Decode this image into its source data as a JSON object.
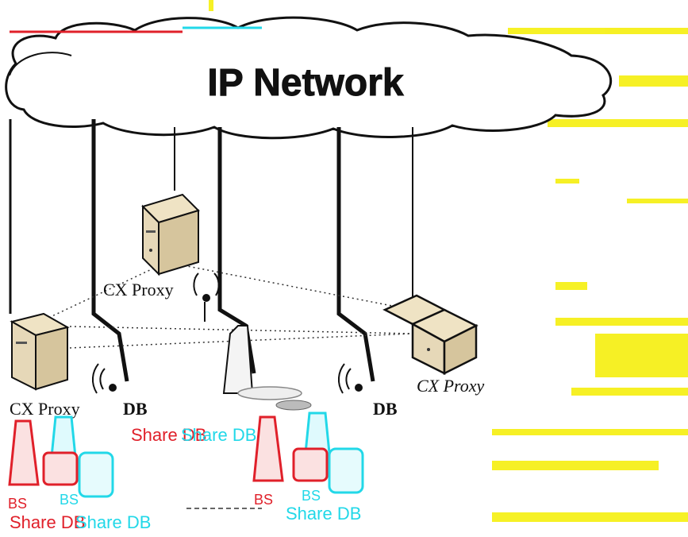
{
  "diagram": {
    "cloud_label": "IP Network",
    "proxy_labels": [
      "CX Proxy",
      "CX Proxy",
      "CX Proxy"
    ],
    "share_db_labels": [
      "Share DB",
      "Share DB",
      "Share DB",
      "Share DB",
      "Share DB"
    ],
    "bs_labels": [
      "BS",
      "BS",
      "BS",
      "BS"
    ],
    "db_fragments": [
      "DB",
      "DB"
    ],
    "colors": {
      "red": "#e0202a",
      "cyan": "#22d8e8",
      "yellow": "#f5ee00",
      "tan": "#e6d8b8",
      "line": "#111111"
    }
  }
}
